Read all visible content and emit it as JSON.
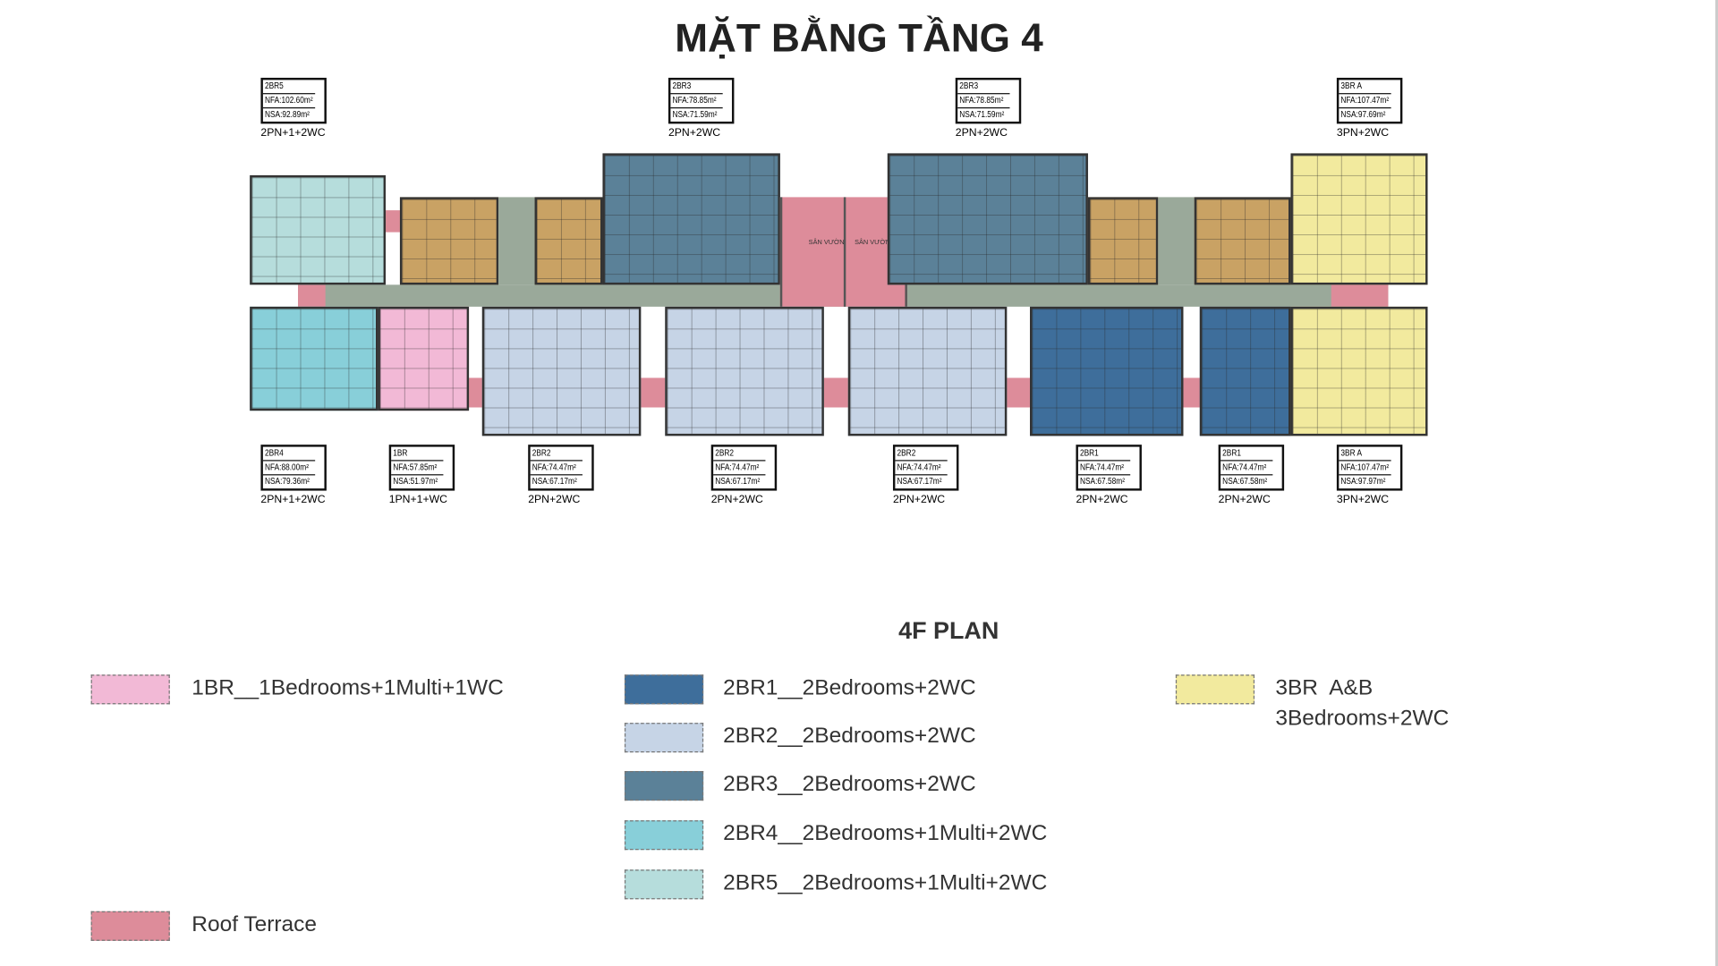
{
  "title": "MẶT BẰNG TẦNG 4",
  "plan_subtitle": "4F PLAN",
  "garden_label": "SÂN VƯỜN",
  "colors": {
    "1BR": "#f2b9d6",
    "2BR1": "#3e6e9b",
    "2BR2": "#c6d4e6",
    "2BR3": "#5b8198",
    "2BR4": "#88cfd9",
    "2BR5": "#b6dddc",
    "3BR": "#f2ea9e",
    "roof": "#dd8c9a",
    "core": "#c9a264",
    "corridor": "#9aa99a"
  },
  "top_labels": [
    {
      "type": "2BR5",
      "nfa": "NFA:102.60m²",
      "nsa": "NSA:92.89m²",
      "caption": "2PN+1+2WC"
    },
    {
      "type": "2BR3",
      "nfa": "NFA:78.85m²",
      "nsa": "NSA:71.59m²",
      "caption": "2PN+2WC"
    },
    {
      "type": "2BR3",
      "nfa": "NFA:78.85m²",
      "nsa": "NSA:71.59m²",
      "caption": "2PN+2WC"
    },
    {
      "type": "3BR A",
      "nfa": "NFA:107.47m²",
      "nsa": "NSA:97.69m²",
      "caption": "3PN+2WC"
    }
  ],
  "bottom_labels": [
    {
      "type": "2BR4",
      "nfa": "NFA:88.00m²",
      "nsa": "NSA:79.36m²",
      "caption": "2PN+1+2WC"
    },
    {
      "type": "1BR",
      "nfa": "NFA:57.85m²",
      "nsa": "NSA:51.97m²",
      "caption": "1PN+1+WC"
    },
    {
      "type": "2BR2",
      "nfa": "NFA:74.47m²",
      "nsa": "NSA:67.17m²",
      "caption": "2PN+2WC"
    },
    {
      "type": "2BR2",
      "nfa": "NFA:74.47m²",
      "nsa": "NSA:67.17m²",
      "caption": "2PN+2WC"
    },
    {
      "type": "2BR2",
      "nfa": "NFA:74.47m²",
      "nsa": "NSA:67.17m²",
      "caption": "2PN+2WC"
    },
    {
      "type": "2BR1",
      "nfa": "NFA:74.47m²",
      "nsa": "NSA:67.58m²",
      "caption": "2PN+2WC"
    },
    {
      "type": "2BR1",
      "nfa": "NFA:74.47m²",
      "nsa": "NSA:67.58m²",
      "caption": "2PN+2WC"
    },
    {
      "type": "3BR A",
      "nfa": "NFA:107.47m²",
      "nsa": "NSA:97.97m²",
      "caption": "3PN+2WC"
    }
  ],
  "legend": {
    "1br": "1BR__1Bedrooms+1Multi+1WC",
    "2br1": "2BR1__2Bedrooms+2WC",
    "2br2": "2BR2__2Bedrooms+2WC",
    "2br3": "2BR3__2Bedrooms+2WC",
    "2br4": "2BR4__2Bedrooms+1Multi+2WC",
    "2br5": "2BR5__2Bedrooms+1Multi+2WC",
    "3br_line1": "3BR  A&B",
    "3br_line2": "3Bedrooms+2WC",
    "roof": "Roof Terrace"
  }
}
